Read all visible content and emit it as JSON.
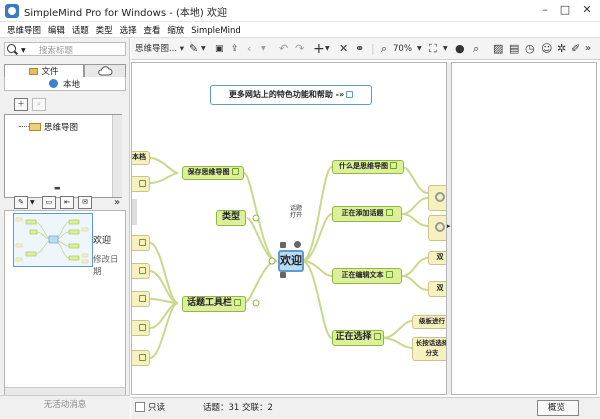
{
  "window": {
    "title": "SimpleMind Pro for Windows - (本地) 欢迎",
    "minimize": "–",
    "maximize": "□",
    "close": "✕"
  },
  "menu": [
    "思维导图",
    "编辑",
    "话题",
    "类型",
    "选择",
    "查看",
    "缩放",
    "SimpleMind"
  ],
  "left": {
    "search_placeholder": "搜索标题",
    "tabs": [
      "文件",
      ""
    ],
    "location": "本地",
    "tree": [
      "思维导图"
    ],
    "docs": [
      {
        "name": "欢迎",
        "date": "修改日期"
      }
    ],
    "status": "无活动消息",
    "collapse": "»"
  },
  "toolbar": {
    "doc_label": "思维导图...",
    "zoom": "70%",
    "more": "»"
  },
  "mindmap": {
    "central": "欢迎",
    "banner": "更多网站上的特色功能和帮助 -»",
    "left_nodes": [
      "保存思维导图",
      "类型",
      "话题工具栏"
    ],
    "right_nodes": [
      "什么是思维导图",
      "正在添加话题",
      "正在编辑文本",
      "正在选择"
    ],
    "left_edge": [
      "本档"
    ],
    "right_children": [
      "级板进行",
      "长按话选择分支"
    ],
    "right_edge": [
      "双",
      "双"
    ],
    "small_labels": [
      "话题",
      "打开"
    ]
  },
  "status": {
    "readonly": "只读",
    "info": "话题：31 交联：2",
    "overview": "概览"
  },
  "colors": {
    "green_node": "#dcf09c",
    "green_border": "#8eb83e",
    "yellow_node": "#f6f1bf",
    "central": "#b9dcf6",
    "line": "#c7d98a",
    "accent": "#3a78c9"
  }
}
